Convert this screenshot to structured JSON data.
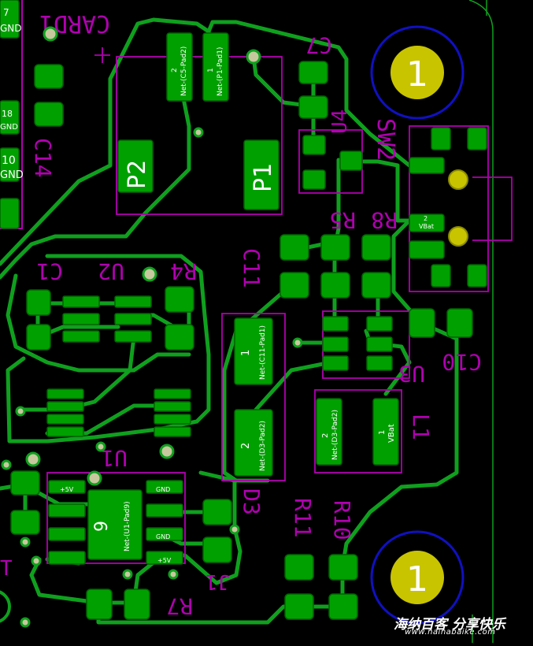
{
  "colors": {
    "board": "#000000",
    "copper": "#0fa01e",
    "pad": "#00a000",
    "pad_border": "#006400",
    "silkscreen": "#b000b0",
    "hole_ring": "#1010c0",
    "hole_fill": "#c8c400",
    "via": "#c8c89e",
    "text": "#ffffff"
  },
  "refs": {
    "card1": "CARD1",
    "c7": "C7",
    "u2": "U2",
    "r4": "R4",
    "c1": "C1",
    "c11": "C11",
    "c14": "C14",
    "r5": "R5",
    "r8": "R8",
    "u4": "U4",
    "sw2": "SW2",
    "c10": "C10",
    "u3": "U3",
    "l1": "L1",
    "u1": "U1",
    "d3": "D3",
    "r11": "R11",
    "r10": "R10",
    "r7": "R7",
    "j1": "J1",
    "left_t": "T"
  },
  "pads": {
    "p2": "P2",
    "p1": "P1",
    "c5_pad2_num": "2",
    "c5_pad2_net": "Net-(C5-Pad2)",
    "p1_pad1_num": "1",
    "p1_pad1_net": "Net-(P1-Pad1)",
    "c11_pad1_num": "1",
    "c11_pad1_net": "Net-(C11-Pad1)",
    "d3_pad2_num": "2",
    "d3_pad2_net": "Net-(D3-Pad2)",
    "d3_pad2b_num": "2",
    "d3_pad2b_net": "Net-(D3-Pad2)",
    "l1_vbat_num": "1",
    "l1_vbat_net": "VBat",
    "sw2_vbat_num": "2",
    "sw2_vbat_net": "VBat",
    "u1_pad9_num": "9",
    "u1_pad9_net": "Net-(U1-Pad9)",
    "u1_gnd_a": "GND",
    "u1_gnd_b": "GND",
    "u1_5v": "+5V",
    "u1_5v_b": "+5V",
    "card_gnd_1": "GND",
    "card_gnd_2": "GND",
    "card_gnd_3": "GND",
    "card_pin_7": "7",
    "card_pin_18": "18",
    "card_pin_10": "10"
  },
  "holes": {
    "top_right": "1",
    "bottom_right": "1"
  },
  "watermark": {
    "chinese": "海纳百客 分享快乐",
    "url": "www.hainabaike.com"
  }
}
